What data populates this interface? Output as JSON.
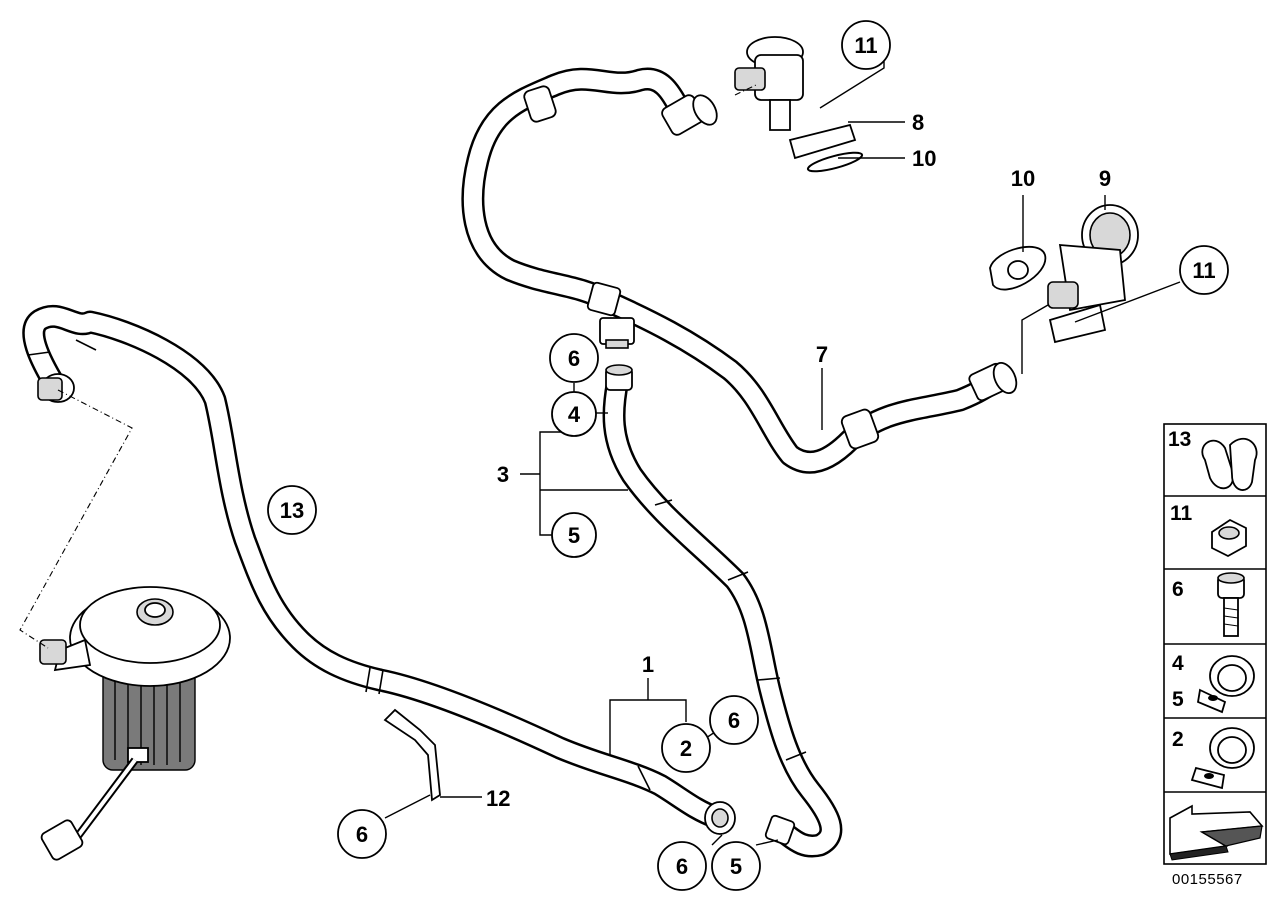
{
  "callouts": {
    "c11_top": "11",
    "c11_right": "11",
    "c13": "13",
    "c6_mid": "6",
    "c4": "4",
    "c5_mid": "5",
    "c2": "2",
    "c6_right": "6",
    "c6_bottom_left": "6",
    "c6_bottom": "6",
    "c5_bottom": "5"
  },
  "labels": {
    "l8": "8",
    "l10_top": "10",
    "l10_right": "10",
    "l9": "9",
    "l7": "7",
    "l3": "3",
    "l1": "1",
    "l12": "12"
  },
  "legend": {
    "items": [
      {
        "num": "13",
        "part": "hose-clip"
      },
      {
        "num": "11",
        "part": "hex-nut"
      },
      {
        "num": "6",
        "part": "hex-bolt"
      },
      {
        "num": "4",
        "num2": "5",
        "part": "pipe-clamp"
      },
      {
        "num": "2",
        "part": "pipe-clamp"
      }
    ],
    "arrow": "direction-arrow"
  },
  "doc_number": "00155567"
}
